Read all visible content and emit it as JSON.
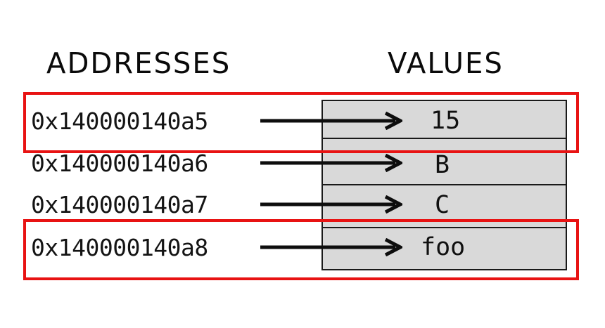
{
  "diagram": {
    "title_columns": {
      "addresses": "ADDRESSES",
      "values": "VALUES"
    },
    "accent_color": "#e81313",
    "cell_fill_color": "#d9d9d9",
    "cell_border_color": "#1a1a1a",
    "rows": [
      {
        "address": "0x140000140a5",
        "value": "15",
        "highlighted": "true"
      },
      {
        "address": "0x140000140a6",
        "value": "B",
        "highlighted": "false"
      },
      {
        "address": "0x140000140a7",
        "value": "C",
        "highlighted": "false"
      },
      {
        "address": "0x140000140a8",
        "value": "foo",
        "highlighted": "true"
      }
    ],
    "arrow_icon_name": "arrow-right-icon"
  }
}
